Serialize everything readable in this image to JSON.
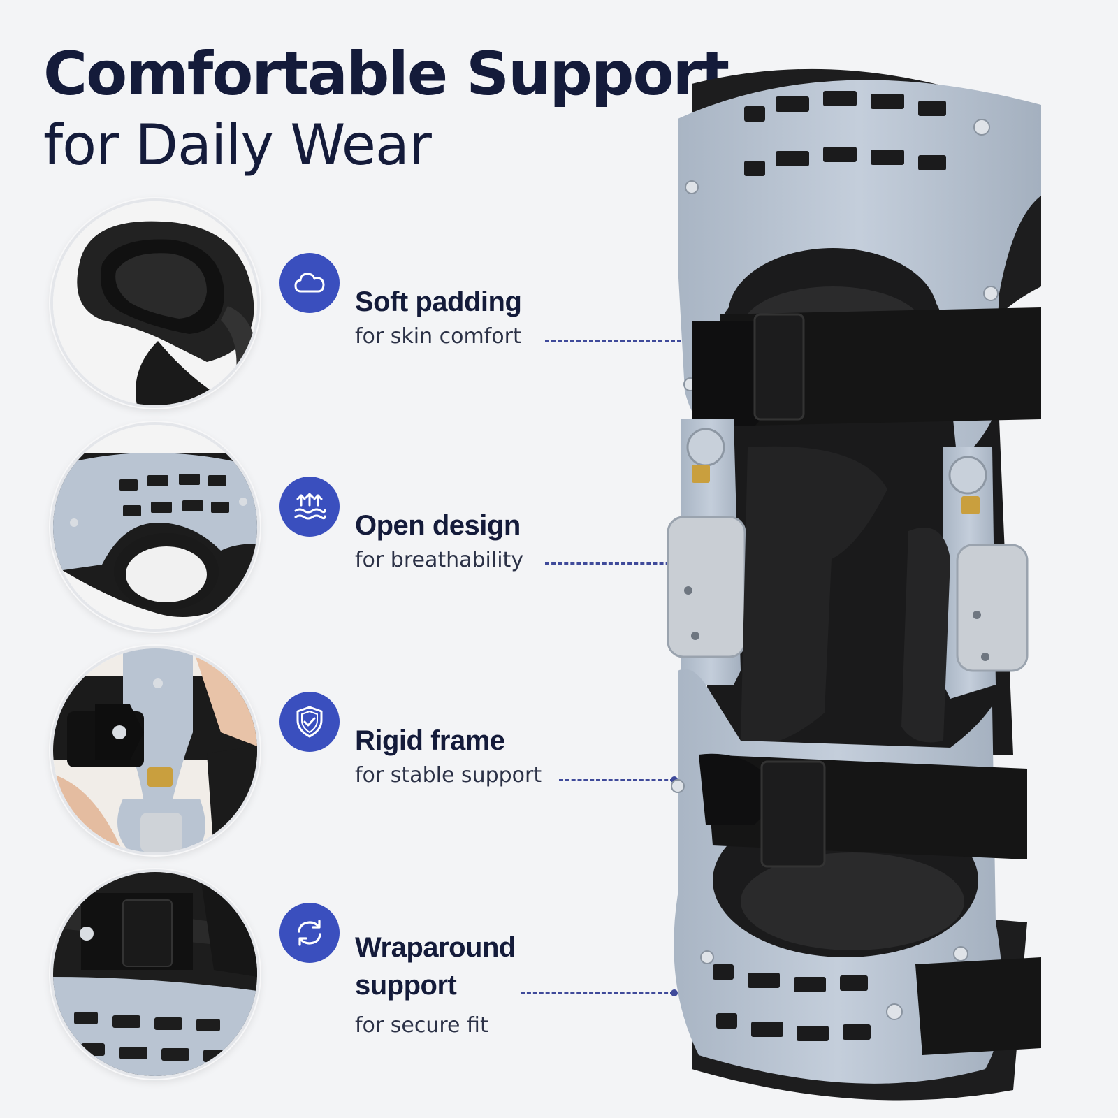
{
  "title": {
    "line1": "Comfortable Support",
    "line2": "for Daily Wear"
  },
  "colors": {
    "title": "#141b3a",
    "accent": "#3a4fbe",
    "frame": "#b8c3d1",
    "pad": "#1b1b1c",
    "background": "#f3f4f6"
  },
  "features": [
    {
      "icon": "cloud-icon",
      "title": "Soft padding",
      "subtitle": "for skin comfort"
    },
    {
      "icon": "airflow-icon",
      "title": "Open design",
      "subtitle": "for breathability"
    },
    {
      "icon": "shield-check-icon",
      "title": "Rigid frame",
      "subtitle": "for stable support"
    },
    {
      "icon": "wrap-arrows-icon",
      "title": "Wraparound support",
      "title_lines": [
        "Wraparound",
        "support"
      ],
      "subtitle": "for secure fit"
    }
  ],
  "detail_images": [
    {
      "name": "padding-closeup"
    },
    {
      "name": "cuff-closeup"
    },
    {
      "name": "frame-closeup"
    },
    {
      "name": "strap-closeup"
    }
  ]
}
